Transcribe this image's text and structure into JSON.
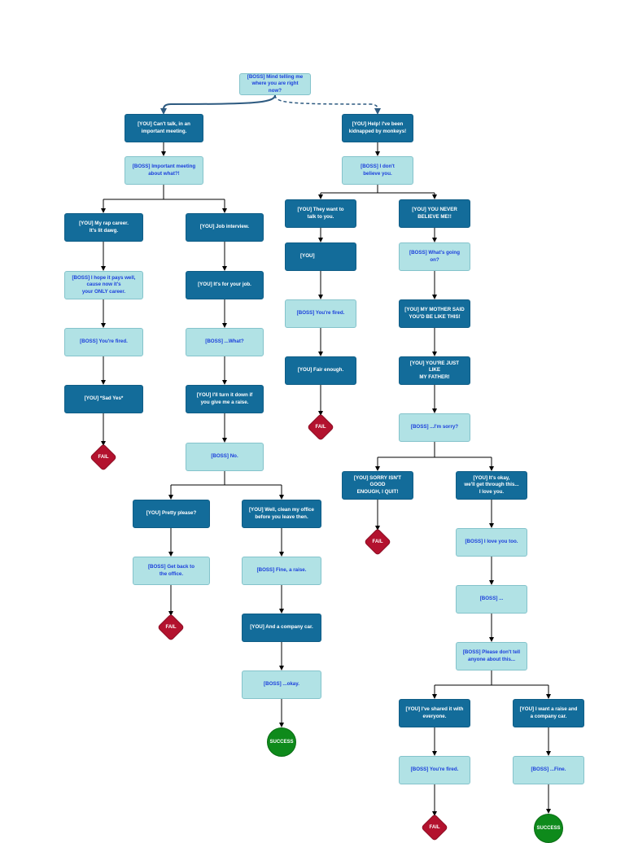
{
  "nodes": {
    "b_start": "[BOSS] Mind telling me\nwhere you are right now?",
    "y_meeting": "[YOU] Can't talk, in an\nimportant meeting.",
    "y_monkeys": "[YOU] Help! I've been\nkidnapped by monkeys!",
    "b_about_what": "[BOSS] Important meeting\nabout what?!",
    "b_dont_believe": "[BOSS] I don't\nbelieve you.",
    "y_rap": "[YOU] My rap career.\nIt's lit dawg.",
    "y_interview": "[YOU] Job interview.",
    "y_want_talk": "[YOU] They want to\ntalk to you.",
    "y_never_believe": "[YOU] YOU NEVER\nBELIEVE ME!!",
    "b_pays_well": "[BOSS] I hope it pays well,\ncause now it's\nyour ONLY career.",
    "y_for_job": "[YOU] It's for your job.",
    "y_blank": "[YOU]",
    "b_whats_going": "[BOSS] What's going on?",
    "b_fired_1": "[BOSS] You're fired.",
    "b_what": "[BOSS] ...What?",
    "b_fired_2": "[BOSS] You're fired.",
    "y_mother": "[YOU] MY MOTHER SAID\nYOU'D BE LIKE THIS!",
    "y_sad_yes": "[YOU] *Sad Yes*",
    "y_turn_down": "[YOU] I'll turn it down if\nyou give me a raise.",
    "y_fair": "[YOU] Fair enough.",
    "y_father": "[YOU] YOU'RE JUST LIKE\nMY FATHER!",
    "b_no": "[BOSS] No.",
    "b_sorry": "[BOSS] ...I'm sorry?",
    "y_pretty_please": "[YOU] Pretty please?",
    "y_clean_office": "[YOU] Well, clean my office\nbefore you leave then.",
    "y_sorry_not_good": "[YOU] SORRY ISN'T GOOD\nENOUGH, I QUIT!",
    "y_its_okay": "[YOU] It's okay,\nwe'll get through this...\nI love you.",
    "b_get_back": "[BOSS] Get back to\nthe office.",
    "b_fine_raise": "[BOSS] Fine, a raise.",
    "b_love_too": "[BOSS] I love you too.",
    "y_company_car": "[YOU] And a company car.",
    "b_dots": "[BOSS] ...",
    "b_okay": "[BOSS] ...okay.",
    "b_dont_tell": "[BOSS] Please don't tell\nanyone about this...",
    "y_shared": "[YOU] I've shared it with\neveryone.",
    "y_want_raise": "[YOU] I want a raise and\na company car.",
    "b_fired_3": "[BOSS] You're fired.",
    "b_fine": "[BOSS] ...Fine."
  },
  "outcomes": {
    "fail": "FAIL",
    "success": "SUCCESS"
  },
  "colors": {
    "boss_fill": "#b1e2e5",
    "boss_text": "#1b3fdc",
    "you_fill": "#136c9a",
    "you_text": "#ffffff",
    "fail": "#b3122e",
    "success": "#0e8a1b",
    "connector": "#000000",
    "start_connector": "#2d5a80"
  }
}
